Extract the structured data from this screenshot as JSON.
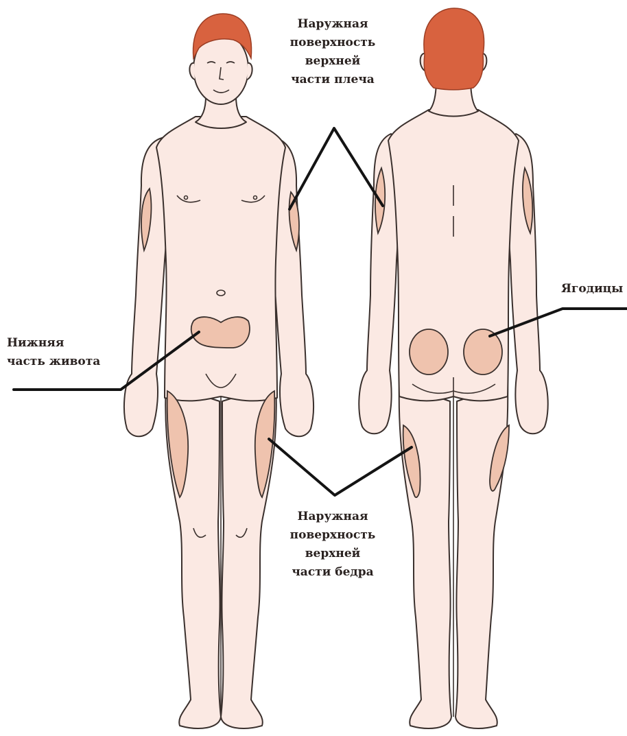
{
  "labels": {
    "upper_arm": [
      "Наружная",
      "поверхность",
      "верхней",
      "части плеча"
    ],
    "buttocks": "Ягодицы",
    "abdomen": [
      "Нижняя",
      "часть живота"
    ],
    "thigh": [
      "Наружная",
      "поверхность",
      "верхней",
      "части бедра"
    ]
  },
  "colors": {
    "skin": "#fbe9e3",
    "outline": "#3a302d",
    "hair": "#d8623f",
    "injection_zone": "#efc3ae",
    "leader_line": "#141414"
  }
}
